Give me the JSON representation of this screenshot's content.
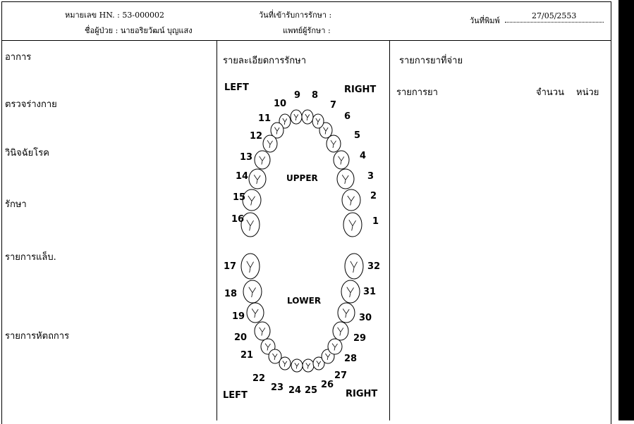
{
  "header": {
    "hn_label": "หมายเลข HN. : 53-000002",
    "patient_label": "ชื่อผู้ป่วย : นายอริยวัฒน์ บุญแสง",
    "admit_label": "วันที่เข้ารับการรักษา :",
    "doctor_label": "แพทย์ผู้รักษา :",
    "print_label": "วันที่พิมพ์",
    "print_date": "27/05/2553"
  },
  "left_sections": {
    "symptoms": "อาการ",
    "physical_exam": "ตรวจร่างกาย",
    "diagnosis": "วินิจฉัยโรค",
    "treatment": "รักษา",
    "lab_list": "รายการแล็บ.",
    "procedure_list": "รายการหัตถการ"
  },
  "middle": {
    "title": "รายละเอียดการรักษา",
    "upper_left": "LEFT",
    "upper_right": "RIGHT",
    "upper_label": "UPPER",
    "lower_label": "LOWER",
    "lower_left": "LEFT",
    "lower_right": "RIGHT",
    "teeth_upper": [
      "1",
      "2",
      "3",
      "4",
      "5",
      "6",
      "7",
      "8",
      "9",
      "10",
      "11",
      "12",
      "13",
      "14",
      "15",
      "16"
    ],
    "teeth_lower": [
      "17",
      "18",
      "19",
      "20",
      "21",
      "22",
      "23",
      "24",
      "25",
      "26",
      "27",
      "28",
      "29",
      "30",
      "31",
      "32"
    ]
  },
  "right": {
    "title": "รายการยาที่จ่าย",
    "col_drug": "รายการยา",
    "col_qty": "จำนวน",
    "col_unit": "หน่วย"
  }
}
